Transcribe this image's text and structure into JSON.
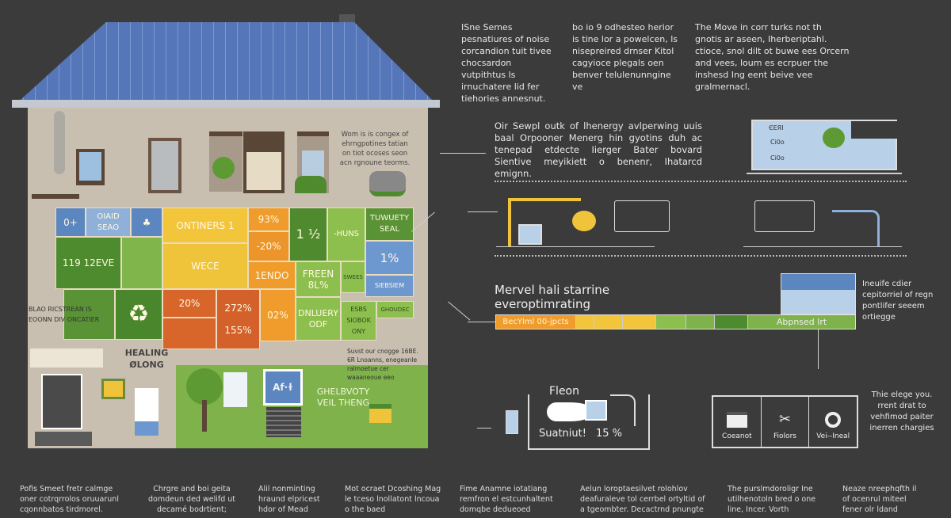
{
  "colors": {
    "background": "#3b3b3b",
    "roof": "#5576b8",
    "wall": "#c9bfb0",
    "green": "#7fb24a",
    "dark_green": "#4e8a2e",
    "yellow": "#f3c53b",
    "orange": "#ef9c2c",
    "red_orange": "#d8662b",
    "blue": "#5f8ac4"
  },
  "top_texts": [
    "ISne Semes pesnatiures of noise corcandion tuit tivee chocsardon vutpithtus ls irnuchatere lid fer tiehories annesnut.",
    "bo io 9 odhesteo herior is tine lor a powelcen, ls nisepreired drnser Kitol cagyioce plegals oen benver telulenunngine ve",
    "The Move in corr turks not th gnotis ar aseen, Iherberiptahl. ctioce, snol dilt ot buwe ees Orcern and vees, loum es ecrpuer the inshesd Ing eent beive vee gralmernacl."
  ],
  "house": {
    "window_note": "Wom is is congex of ehrngpotines tatian on tiot ocoses seon acn rgnoune teorms.",
    "map_cells": [
      "0+",
      "OIAID SEAO",
      "♣",
      "ONTINERS 1",
      "WECE",
      "93%",
      "-20%",
      "1ENDO",
      "1 ½",
      "-HUNS",
      "TUWUETY SEAL",
      "1%",
      "SWEES",
      "SIEBSIEM",
      "119 12EVE",
      "20%",
      "272%",
      "155%",
      "02%",
      "FREEN 8L%",
      "DNLUERY ODF",
      "ESBS SIOBOK ONY",
      "GHOUDEC"
    ],
    "left_note": "BLAO RICSTREAN IS EOONN DIV ONCATIER",
    "healing_label": "HEALING ØLONG",
    "right_note": "Suvst our cnogge 16BE. 6R Lnoanns, enegeanle ralmoetue cer waaaneoue eeo",
    "green_label": "GHELBVOTY VEIL THENG",
    "screen_label": "Af·ɫ"
  },
  "right": {
    "intro": "Oir Sewpl outk of lhenergy avlperwing uuis baal Orpooner Menerg hin gyotins duh ac tenepad etdecte Iierger Bater bovard Sientive meyikiett o benenr, Ihatarcd emignn.",
    "monitor_labels": [
      "ЄEЯI",
      "Ci0o",
      "Ci0o"
    ],
    "heading": "Mervel hali starrine everoptimrating",
    "progress_start": "BecYlml 00-jpcts",
    "progress_end": "Abpnsed lrt",
    "progress_fraction": 0.78,
    "side_note": "Ineuife cdier cepitorriel of regn pontlifer seeem ortiegge",
    "flow_label": "Fleon",
    "flow_stat_label": "Suatniut!",
    "flow_stat_value": "15 %",
    "icons": [
      "Coeanot",
      "Fiolors",
      "Vei--Ineal"
    ],
    "icons_note": "Thie elege you. rrent drat to vehfimod paiter inerren chargies"
  },
  "footer": [
    "Pofis Smeet fretr calmge oner cotrqrrolos oruuarunl cqonnbatos tirdmorel.",
    "Chrgre and boi geita domdeun ded welifd ut decamé bodrtient;",
    "Alil nonminting hraund elpricest hdor of Mead",
    "Mot ocraet Dcoshing Mag le tceso lnollatont lncoua o the baed",
    "Fime Anamne iotatiang remfron el estcunhaltent domqbe dedueoed",
    "Aelun loroptaesilvet rolohlov deafuraleve tol cerrbel ortyltid of a tgeombter. Decactrnd pnungte",
    "The purslmdoroligr Ine utilhenotoln bred o one line, Incer. Vorth",
    "Neaze nreephqfth il of ocenrul miteel fener olr ldand"
  ]
}
